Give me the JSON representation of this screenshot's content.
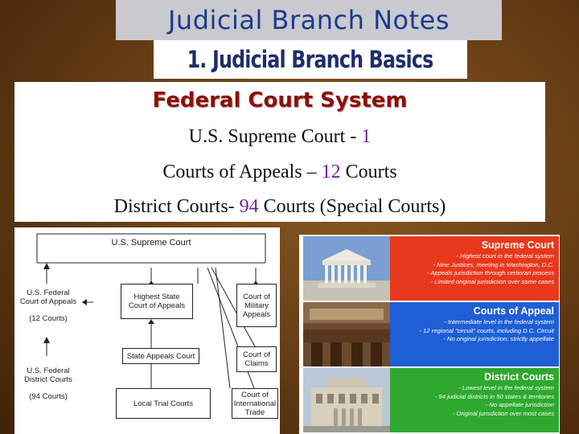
{
  "title": "Judicial Branch Notes",
  "subtitle": "1. Judicial Branch Basics",
  "federal_court_system": {
    "heading": "Federal Court System",
    "supreme_prefix": "U.S. Supreme Court  - ",
    "supreme_count": "1",
    "appeals_prefix": "Courts of Appeals – ",
    "appeals_count": "12",
    "appeals_suffix": " Courts",
    "district_prefix": "District Courts- ",
    "district_count": "94",
    "district_suffix": " Courts (Special Courts)"
  },
  "diagram": {
    "top": "U.S. Supreme Court",
    "fed_appeals_1": "U.S. Federal",
    "fed_appeals_2": "Court of Appeals",
    "fed_appeals_count": "(12 Courts)",
    "state_appeals_1": "Highest State",
    "state_appeals_2": "Court of Appeals",
    "military_1": "Court of",
    "military_2": "Military",
    "military_3": "Appeals",
    "state_appeals_court": "State Appeals Court",
    "claims_1": "Court of",
    "claims_2": "Claims",
    "fed_district_1": "U.S. Federal",
    "fed_district_2": "District Courts",
    "fed_district_count": "(94 Courts)",
    "local_trial": "Local Trial Courts",
    "intl_1": "Court of",
    "intl_2": "International",
    "intl_3": "Trade"
  },
  "panel": {
    "supreme": {
      "heading": "Supreme Court",
      "lines": [
        "- Highest court in the federal system",
        "- Nine Justices, meeting in Washington, D.C.",
        "- Appeals jurisdiction through certiorari process",
        "- Limited original jurisdiction over some cases"
      ]
    },
    "appeal": {
      "heading": "Courts of Appeal",
      "lines": [
        "- Intermediate level in the federal system",
        "- 12 regional \"circuit\" courts, including D.C. Circuit",
        "- No original jurisdiction; strictly appellate"
      ]
    },
    "district": {
      "heading": "District Courts",
      "lines": [
        "- Lowest level in the federal system",
        "- 94 judicial districts in 50 states & territories",
        "- No appellate jurisdiction",
        "- Original jurisdiction over most cases"
      ]
    },
    "colors": {
      "supreme": "#e8381c",
      "appeal": "#1f5fd6",
      "district": "#2ea82e"
    }
  }
}
